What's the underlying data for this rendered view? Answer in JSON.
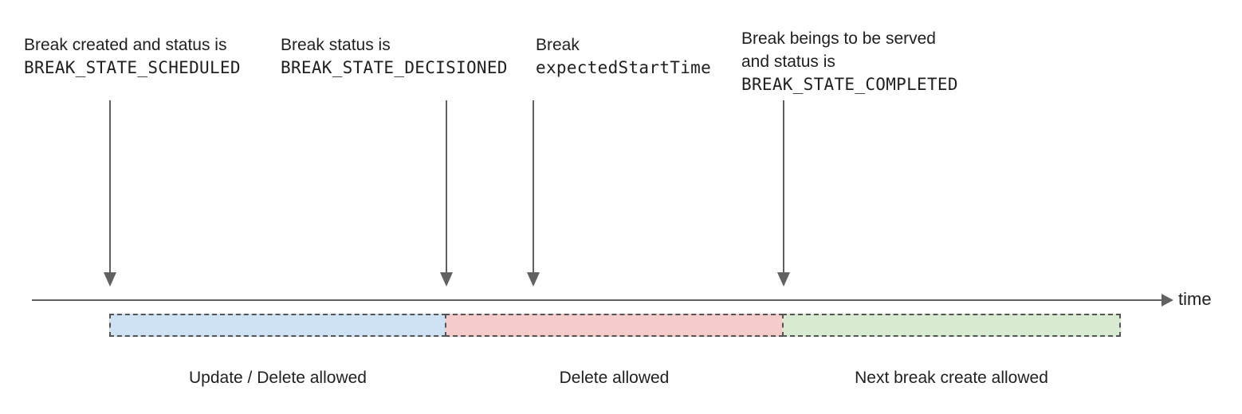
{
  "annotations": [
    {
      "line1": "Break created and status is",
      "code": "BREAK_STATE_SCHEDULED"
    },
    {
      "line1": "Break status is",
      "code": "BREAK_STATE_DECISIONED"
    },
    {
      "line1": "Break",
      "code": "expectedStartTime"
    },
    {
      "line1": "Break beings to be served",
      "line2": "and status is",
      "code": "BREAK_STATE_COMPLETED"
    }
  ],
  "timeline": {
    "axis_label": "time"
  },
  "segments": [
    {
      "label": "Update / Delete allowed",
      "fill": "#cfe2f3"
    },
    {
      "label": "Delete allowed",
      "fill": "#f4cccc"
    },
    {
      "label": "Next break create allowed",
      "fill": "#d9ead3"
    }
  ],
  "colors": {
    "line": "#616161",
    "text": "#1f1f1f",
    "segment_border": "#545454"
  }
}
